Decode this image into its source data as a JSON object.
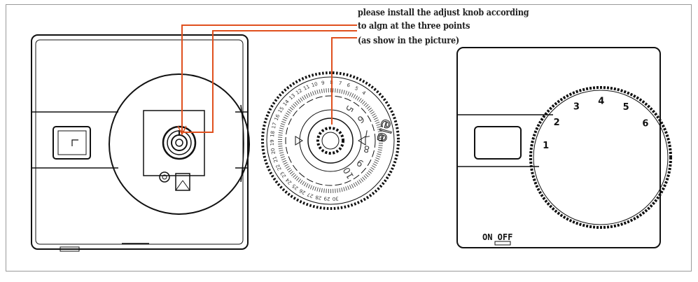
{
  "instruction": {
    "line1": "please install the adjust knob according",
    "line2": "to algn at the three points",
    "line3": "(as show in the picture)"
  },
  "colors": {
    "pointer": "#e0501e",
    "outline": "#111111",
    "frame": "#9a9a9a"
  },
  "dial_scale": {
    "outer_ring_numbers": [
      "30",
      "29",
      "28",
      "27",
      "26",
      "25",
      "24",
      "23",
      "22",
      "21",
      "20",
      "19",
      "18",
      "17",
      "16",
      "15",
      "14",
      "13",
      "12",
      "11",
      "10",
      "9",
      "8",
      "7",
      "6",
      "5",
      "4"
    ],
    "inner_numbers": [
      "5",
      "6",
      "7",
      "8",
      "9",
      "10"
    ],
    "edge_text": "ele"
  },
  "thermostat_knob": {
    "numbers": [
      "1",
      "2",
      "3",
      "4",
      "5",
      "6"
    ]
  },
  "switch_label": "ON OFF",
  "icons": {
    "left_device": "thermostat-base-icon",
    "middle_dial": "adjust-knob-dial-icon",
    "right_device": "thermostat-assembled-icon"
  }
}
